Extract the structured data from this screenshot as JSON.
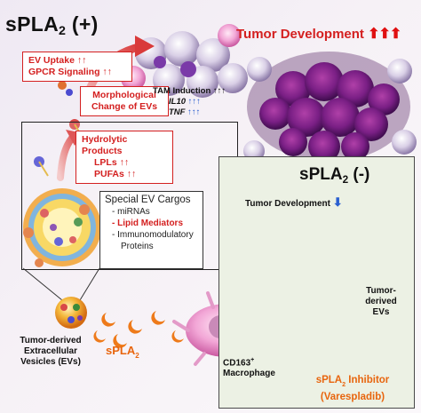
{
  "panels": {
    "positive": {
      "title_main": "sPLA",
      "title_sub": "2",
      "title_sign": " (+)"
    },
    "negative": {
      "title_main": "sPLA",
      "title_sub": "2",
      "title_sign": " (-)"
    }
  },
  "labels": {
    "tumor_development_top": "Tumor Development",
    "tumor_development_arrows": "⬆⬆⬆",
    "ev_uptake": "EV Uptake ↑↑",
    "gpcr_signaling": "GPCR Signaling ↑↑",
    "morph_line1": "Morphological",
    "morph_line2": "Change of EVs",
    "tam_line1": "TAM Induction ↑↑↑",
    "tam_il10_name": "IL10",
    "tam_il10_arrows": " ↑↑↑",
    "tam_tnf_name": "TNF",
    "tam_tnf_arrows": " ↑↑↑",
    "hydro_line1": "Hydrolytic Products",
    "hydro_line2": "LPLs ↑↑",
    "hydro_line3": "PUFAs ↑↑",
    "cargo_title": "Special EV Cargos",
    "cargo_1": "- miRNAs",
    "cargo_2": "- Lipid Mediators",
    "cargo_3": "- Immunomodulatory",
    "cargo_3b": "Proteins",
    "tumor_development_down": "Tumor Development",
    "tumor_development_down_arrow": "⬇",
    "tumor_evs_line1": "Tumor-",
    "tumor_evs_line2": "derived",
    "tumor_evs_line3": "EVs",
    "ev_line1": "Tumor-derived",
    "ev_line2": "Extracellular",
    "ev_line3": "Vesicles (EVs)",
    "spla2_main": "sPLA",
    "spla2_sub": "2",
    "cd163_main": "CD163",
    "cd163_sup": "+",
    "cd163_line2": "Macrophage",
    "inhibitor_main": "sPLA",
    "inhibitor_sub": "2",
    "inhibitor_rest": " Inhibitor",
    "inhibitor_line2": "(Varespladib)"
  },
  "colors": {
    "red_text": "#d42020",
    "orange_text": "#e8650e",
    "blue_arrow": "#2a5fd0",
    "green_panel": "#ecf1e4"
  }
}
